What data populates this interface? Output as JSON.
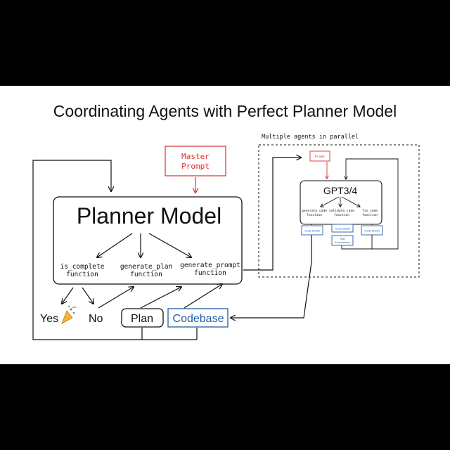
{
  "title": "Coordinating Agents with Perfect Planner Model",
  "colors": {
    "accent_red": "#d6332e",
    "accent_blue": "#1f5fa6",
    "stroke": "#111111"
  },
  "main": {
    "master_prompt_line1": "Master",
    "master_prompt_line2": "Prompt",
    "planner_label": "Planner Model",
    "functions": [
      {
        "line1": "is_complete",
        "line2": "function"
      },
      {
        "line1": "generate_plan",
        "line2": "function"
      },
      {
        "line1": "generate_prompt",
        "line2": "function"
      }
    ],
    "yes_label": "Yes",
    "yes_icon": "party-popper-icon",
    "no_label": "No",
    "plan_label": "Plan",
    "codebase_label": "Codebase"
  },
  "agents": {
    "caption": "Multiple agents in parallel",
    "prompt_label": "Prompt",
    "model_label": "GPT3/4",
    "functions": [
      {
        "line1": "generate_code",
        "line2": "function"
      },
      {
        "line1": "validate_code",
        "line2": "function"
      },
      {
        "line1": "fix_code",
        "line2": "function"
      }
    ],
    "code_model_label": "Code Model",
    "test_env_line1": "Test",
    "test_env_line2": "Environment"
  }
}
